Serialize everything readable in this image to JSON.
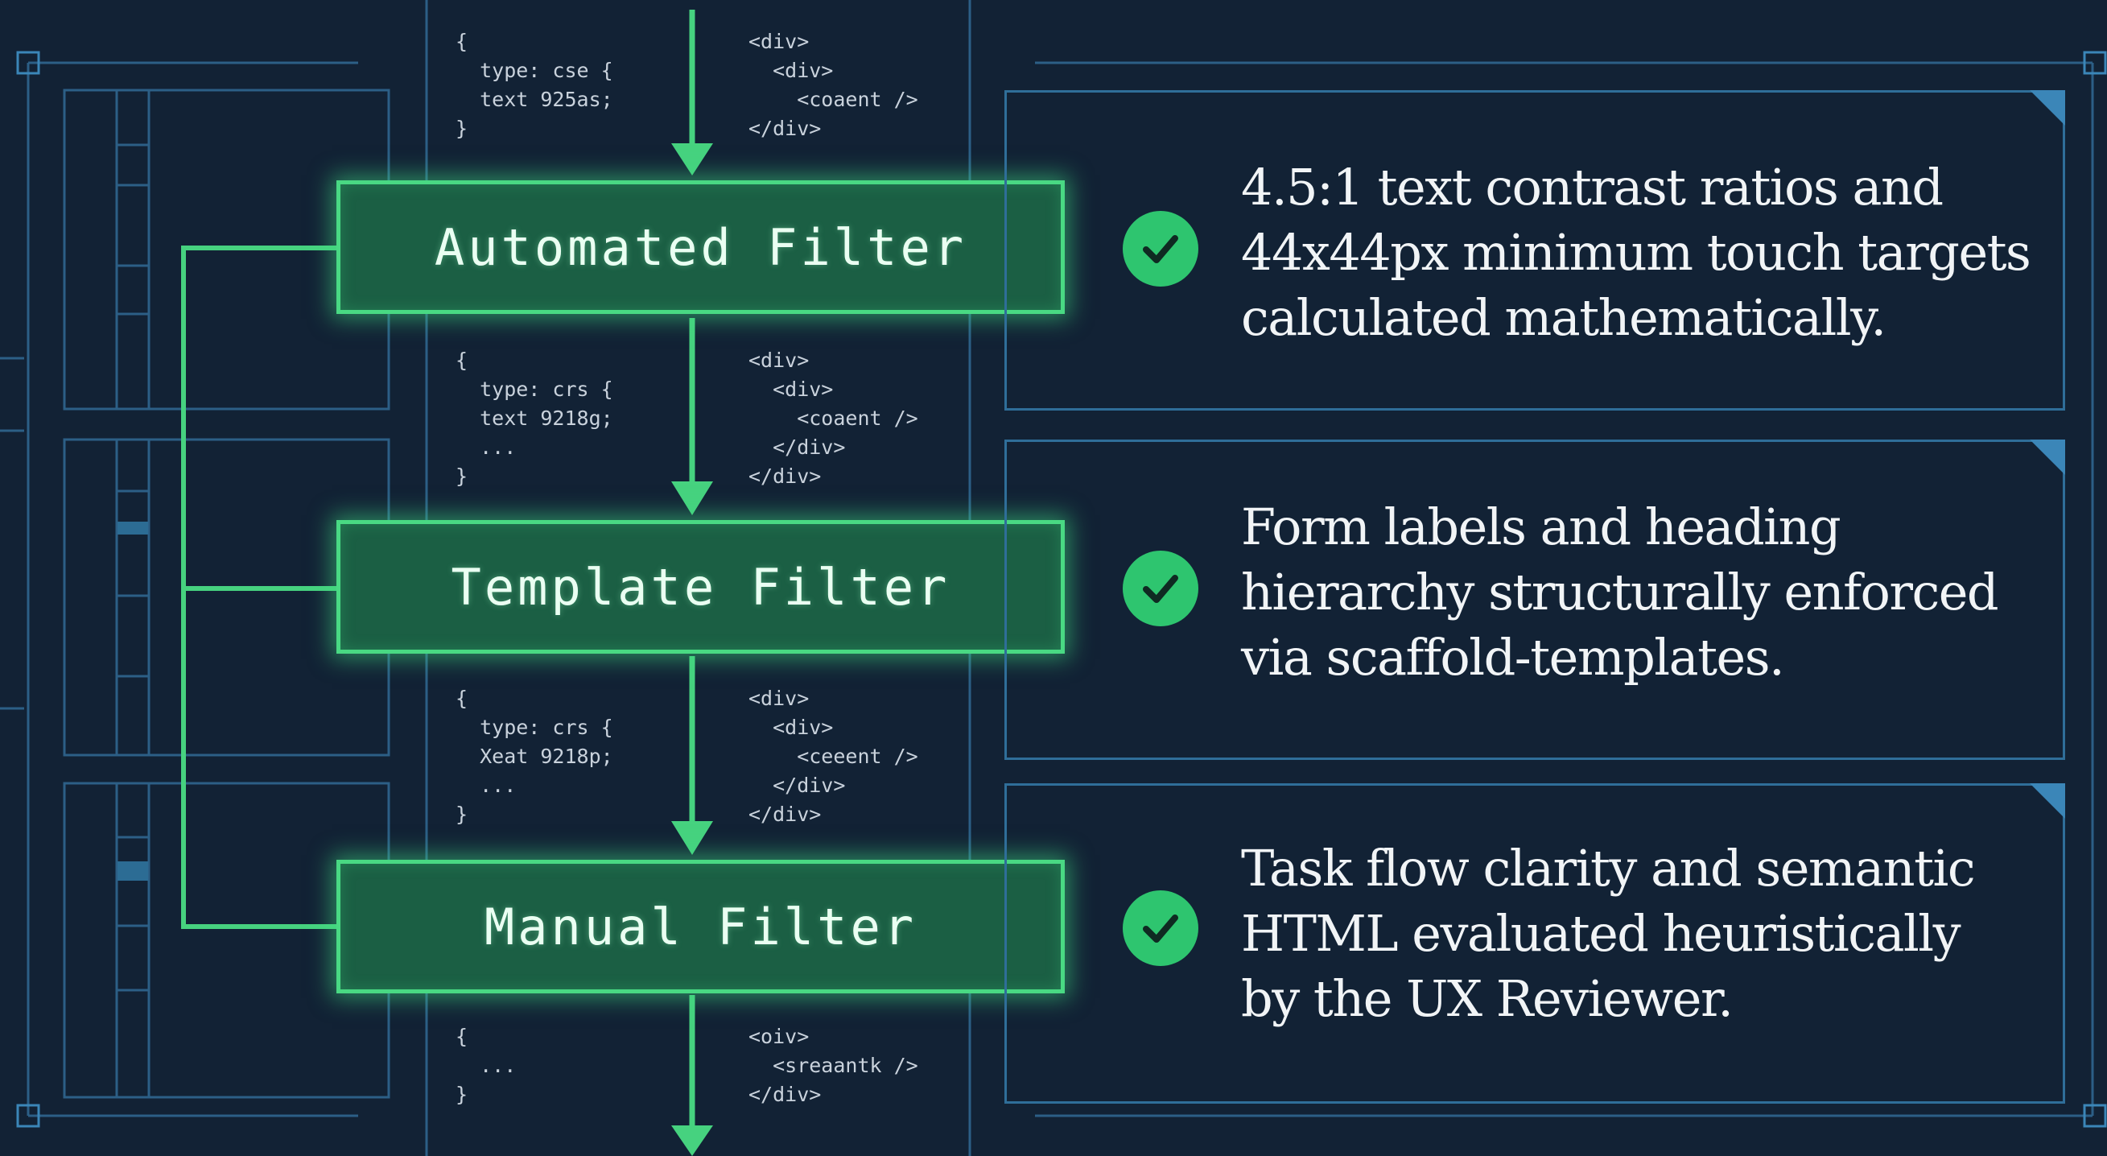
{
  "filters": [
    {
      "label": "Automated Filter"
    },
    {
      "label": "Template Filter"
    },
    {
      "label": "Manual Filter"
    }
  ],
  "descriptions": [
    {
      "lines": [
        "4.5:1 text contrast ratios and",
        "44x44px minimum touch targets",
        "calculated mathematically."
      ]
    },
    {
      "lines": [
        "Form labels and heading",
        "hierarchy structurally enforced",
        "via scaffold-templates."
      ]
    },
    {
      "lines": [
        "Task flow clarity and semantic",
        "HTML evaluated heuristically",
        "by the UX Reviewer."
      ]
    }
  ],
  "code_snippets": {
    "block1_left": [
      "{",
      "  type: cse {",
      "  text 925as;",
      "}"
    ],
    "block1_right": [
      "<div>",
      "  <div>",
      "    <coaent />",
      "</div>"
    ],
    "block2_left": [
      "{",
      "  type: crs {",
      "  text 9218g;",
      "  ...",
      "}"
    ],
    "block2_right": [
      "<div>",
      "  <div>",
      "    <coaent />",
      "  </div>",
      "</div>"
    ],
    "block3_left": [
      "{",
      "  type: crs {",
      "  Xeat 9218p;",
      "  ...",
      "}"
    ],
    "block3_right": [
      "<div>",
      "  <div>",
      "    <ceeent />",
      "  </div>",
      "</div>"
    ],
    "block4_left": [
      "{",
      "  ...",
      "}"
    ],
    "block4_right": [
      "<oiv>",
      "  <sreaantk />",
      "</div>"
    ]
  },
  "icons": {
    "check": "check-circle-icon"
  },
  "colors": {
    "background": "#122235",
    "filter_fill": "#1b5f44",
    "filter_border": "#49d983",
    "check": "#2ec56f",
    "panel_border": "#2f6e99",
    "text": "#f1f4f6"
  }
}
